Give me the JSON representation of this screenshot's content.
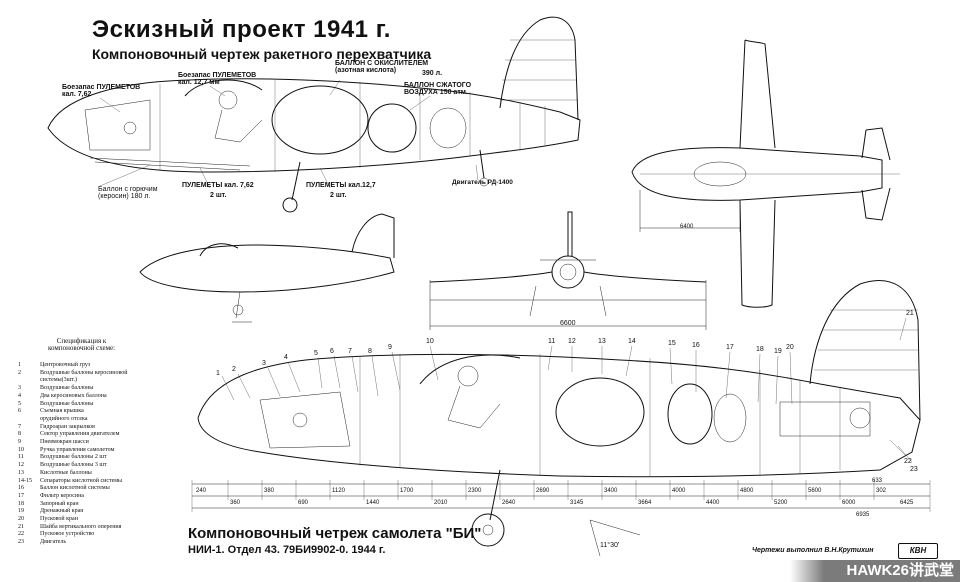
{
  "title": "Эскизный проект   1941 г.",
  "subtitle": "Компоновочный чертеж ракетного перехватчика",
  "callouts": {
    "ammo_mg_762": "Боезапас ПУЛЕМЕТОВ\nкал. 7,62",
    "ammo_mg_127": "Боезапас ПУЛЕМЕТОВ\nкал. 12,7 мм",
    "oxidizer_tank": "БАЛЛОН С ОКИСЛИТЕЛЕМ\n(азотная кислота)",
    "oxidizer_volume": "390 л.",
    "air_tank": "БАЛЛОН СЖАТОГО\nВОЗДУХА 150 атм.",
    "fuel_tank": "Баллон с горючим\n(керосин) 180 л.",
    "mg_762": "ПУЛЕМЕТЫ кал. 7,62",
    "mg_762_qty": "2 шт.",
    "mg_127": "ПУЛЕМЕТЫ кал.12,7",
    "mg_127_qty": "2 шт.",
    "engine": "Двигатель РД-1400"
  },
  "dimensions": {
    "span_top": "6400",
    "span_side": "6600",
    "angle": "11°30'",
    "d13": "6935",
    "d12": "633"
  },
  "station_values": [
    "240",
    "360",
    "380",
    "690",
    "1120",
    "1440",
    "1700",
    "2010",
    "2300",
    "2640",
    "2690",
    "3145",
    "3400",
    "3664",
    "4000",
    "4400",
    "4800",
    "5200",
    "5600",
    "6000",
    "302",
    "6425"
  ],
  "spec": {
    "title": "Спецификация к\nкомпоновочной схеме:",
    "items": [
      {
        "n": "1",
        "t": "Центровочный груз"
      },
      {
        "n": "2",
        "t": "Воздушные баллоны керосиновой"
      },
      {
        "n": "",
        "t": "системы(3шт.)"
      },
      {
        "n": "3",
        "t": "Воздушные баллоны"
      },
      {
        "n": "4",
        "t": "Два керосиновых баллона"
      },
      {
        "n": "5",
        "t": "Воздушные баллоны"
      },
      {
        "n": "6",
        "t": "Съемная крышка"
      },
      {
        "n": "",
        "t": "орудийного отсека"
      },
      {
        "n": "7",
        "t": "Гидроаран закрылков"
      },
      {
        "n": "8",
        "t": "Сектор управления двигателем"
      },
      {
        "n": "9",
        "t": "Пневмокран шасси"
      },
      {
        "n": "10",
        "t": "Ручка управления самолетом"
      },
      {
        "n": "11",
        "t": "Воздушные баллоны 2 шт"
      },
      {
        "n": "12",
        "t": "Воздушные баллоны 3 шт"
      },
      {
        "n": "13",
        "t": "Кислотные баллоны"
      },
      {
        "n": "14-15",
        "t": "Сепараторы кислотной системы"
      },
      {
        "n": "16",
        "t": "Баллон кислотной системы"
      },
      {
        "n": "17",
        "t": "Фильтр керосина"
      },
      {
        "n": "18",
        "t": "Запорный кран"
      },
      {
        "n": "19",
        "t": "Дренажный кран"
      },
      {
        "n": "20",
        "t": "Пусковой кран"
      },
      {
        "n": "21",
        "t": "Шайба вертикального оперения"
      },
      {
        "n": "22",
        "t": "Пусковое устройство"
      },
      {
        "n": "23",
        "t": "Двигатель"
      }
    ]
  },
  "cutaway_numbers": [
    "1",
    "2",
    "3",
    "4",
    "5",
    "6",
    "7",
    "8",
    "9",
    "10",
    "11",
    "12",
    "13",
    "14",
    "15",
    "16",
    "17",
    "18",
    "19",
    "20",
    "21",
    "22",
    "23"
  ],
  "caption_main": "Компоновочный четреж самолета \"БИ\"",
  "caption_sub": "НИИ-1. Отдел 43. 79БИ9902-0.  1944 г.",
  "credit": "Чертежи выполнил В.Н.Крутихин",
  "logo_text": "КВН",
  "watermark": "HAWK26讲武堂"
}
